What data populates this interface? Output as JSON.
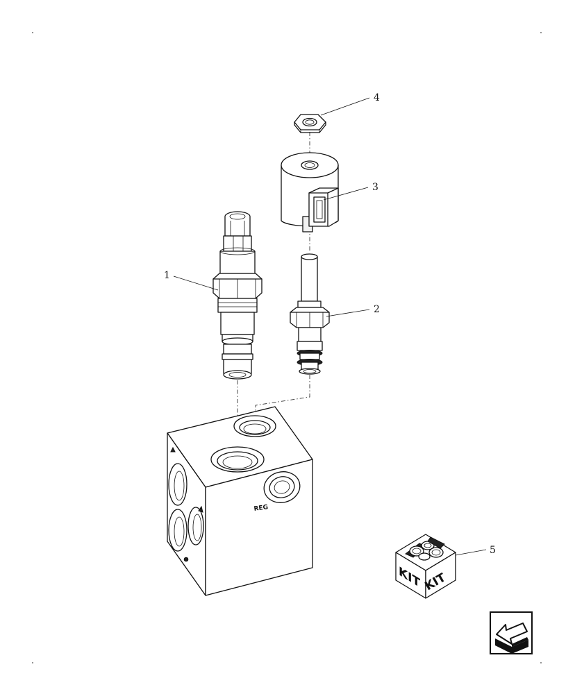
{
  "callouts": [
    {
      "id": "1",
      "label": "1"
    },
    {
      "id": "2",
      "label": "2"
    },
    {
      "id": "3",
      "label": "3"
    },
    {
      "id": "4",
      "label": "4"
    },
    {
      "id": "5",
      "label": "5"
    }
  ],
  "block": {
    "port_label": "REG"
  },
  "kit": {
    "face_left": "KIT",
    "face_right": "KIT"
  },
  "nav": {
    "icon": "back-arrow-icon"
  }
}
